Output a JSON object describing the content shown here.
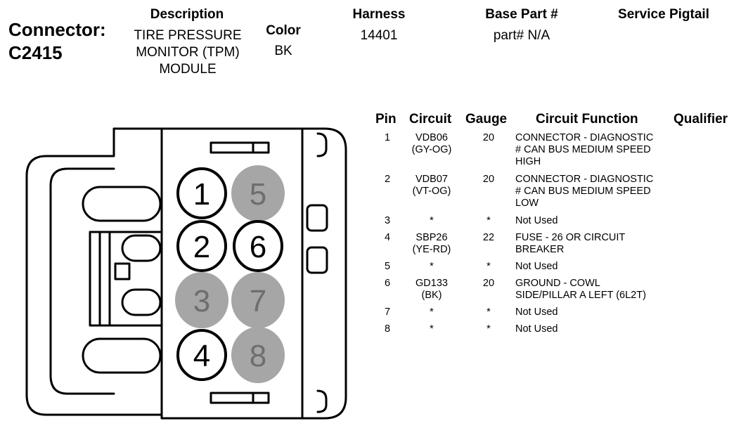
{
  "connector": {
    "label": "Connector:",
    "id": "C2415"
  },
  "headers": {
    "description": "Description",
    "color": "Color",
    "harness": "Harness",
    "base_part": "Base Part #",
    "service_pigtail": "Service Pigtail"
  },
  "info": {
    "description_lines": [
      "TIRE PRESSURE",
      "MONITOR (TPM)",
      "MODULE"
    ],
    "color": "BK",
    "harness": "14401",
    "base_part": "part# N/A",
    "service_pigtail": ""
  },
  "diagram": {
    "pins": [
      {
        "label": "1",
        "style": "outlined"
      },
      {
        "label": "2",
        "style": "outlined"
      },
      {
        "label": "3",
        "style": "gray"
      },
      {
        "label": "4",
        "style": "outlined"
      },
      {
        "label": "5",
        "style": "gray"
      },
      {
        "label": "6",
        "style": "outlined"
      },
      {
        "label": "7",
        "style": "gray"
      },
      {
        "label": "8",
        "style": "gray"
      }
    ],
    "colors": {
      "gray_fill": "#a6a6a6",
      "gray_text": "#6e6e6e",
      "line": "#000000"
    }
  },
  "table": {
    "columns": [
      "Pin",
      "Circuit",
      "Gauge",
      "Circuit Function",
      "Qualifier"
    ],
    "rows": [
      {
        "pin": "1",
        "circuit": [
          "VDB06",
          "(GY-OG)"
        ],
        "gauge": "20",
        "function": [
          "CONNECTOR - DIAGNOSTIC",
          "# CAN BUS MEDIUM SPEED",
          "HIGH"
        ],
        "qualifier": ""
      },
      {
        "pin": "2",
        "circuit": [
          "VDB07",
          "(VT-OG)"
        ],
        "gauge": "20",
        "function": [
          "CONNECTOR - DIAGNOSTIC",
          "# CAN BUS MEDIUM SPEED",
          "LOW"
        ],
        "qualifier": ""
      },
      {
        "pin": "3",
        "circuit": [
          "*"
        ],
        "gauge": "*",
        "function": [
          "Not Used"
        ],
        "qualifier": ""
      },
      {
        "pin": "4",
        "circuit": [
          "SBP26",
          "(YE-RD)"
        ],
        "gauge": "22",
        "function": [
          "FUSE - 26 OR CIRCUIT",
          "BREAKER"
        ],
        "qualifier": ""
      },
      {
        "pin": "5",
        "circuit": [
          "*"
        ],
        "gauge": "*",
        "function": [
          "Not Used"
        ],
        "qualifier": ""
      },
      {
        "pin": "6",
        "circuit": [
          "GD133",
          "(BK)"
        ],
        "gauge": "20",
        "function": [
          "GROUND - COWL",
          "SIDE/PILLAR A LEFT (6L2T)"
        ],
        "qualifier": ""
      },
      {
        "pin": "7",
        "circuit": [
          "*"
        ],
        "gauge": "*",
        "function": [
          "Not Used"
        ],
        "qualifier": ""
      },
      {
        "pin": "8",
        "circuit": [
          "*"
        ],
        "gauge": "*",
        "function": [
          "Not Used"
        ],
        "qualifier": ""
      }
    ]
  }
}
